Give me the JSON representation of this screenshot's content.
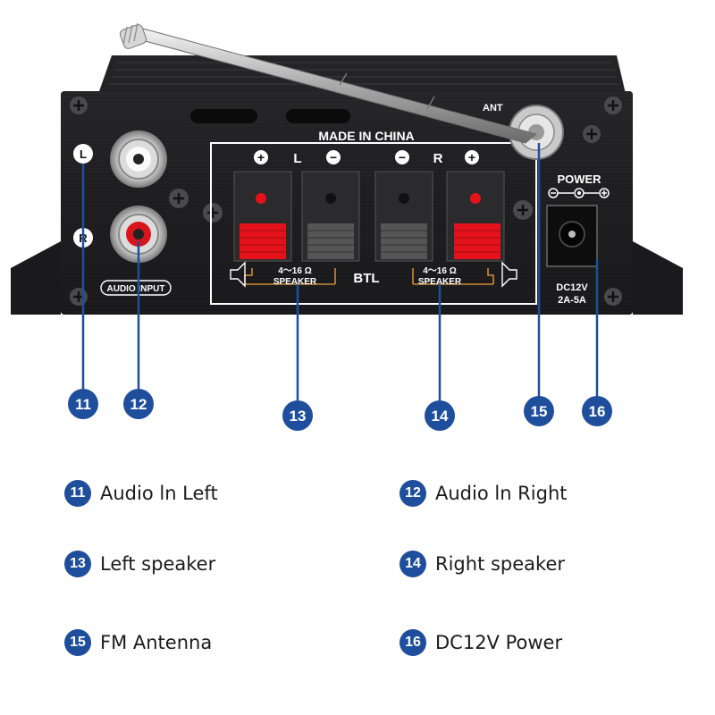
{
  "device": {
    "panel_labels": {
      "made_in": "MADE IN CHINA",
      "left_channel": "L",
      "right_channel": "R",
      "plus_sign": "+",
      "minus_sign": "−",
      "btl": "BTL",
      "impedance": "4～16 Ω",
      "speaker": "SPEAKER",
      "audio_input": "AUDIO INPUT",
      "power": "POWER",
      "dc_rating_line1": "DC12V",
      "dc_rating_line2": "2A-5A",
      "input_left_marker": "L",
      "input_right_marker": "R",
      "antenna_marker": "ANT"
    },
    "colors": {
      "chassis": "#1e1e20",
      "callout": "#1f4e9c",
      "terminal_red": "#e3121b",
      "connector_outline": "#d08a3a"
    }
  },
  "callouts": [
    {
      "num": "11",
      "label": "Audio ln Left"
    },
    {
      "num": "12",
      "label": "Audio ln Right"
    },
    {
      "num": "13",
      "label": "Left speaker"
    },
    {
      "num": "14",
      "label": "Right speaker"
    },
    {
      "num": "15",
      "label": "FM Antenna"
    },
    {
      "num": "16",
      "label": "DC12V Power"
    }
  ]
}
